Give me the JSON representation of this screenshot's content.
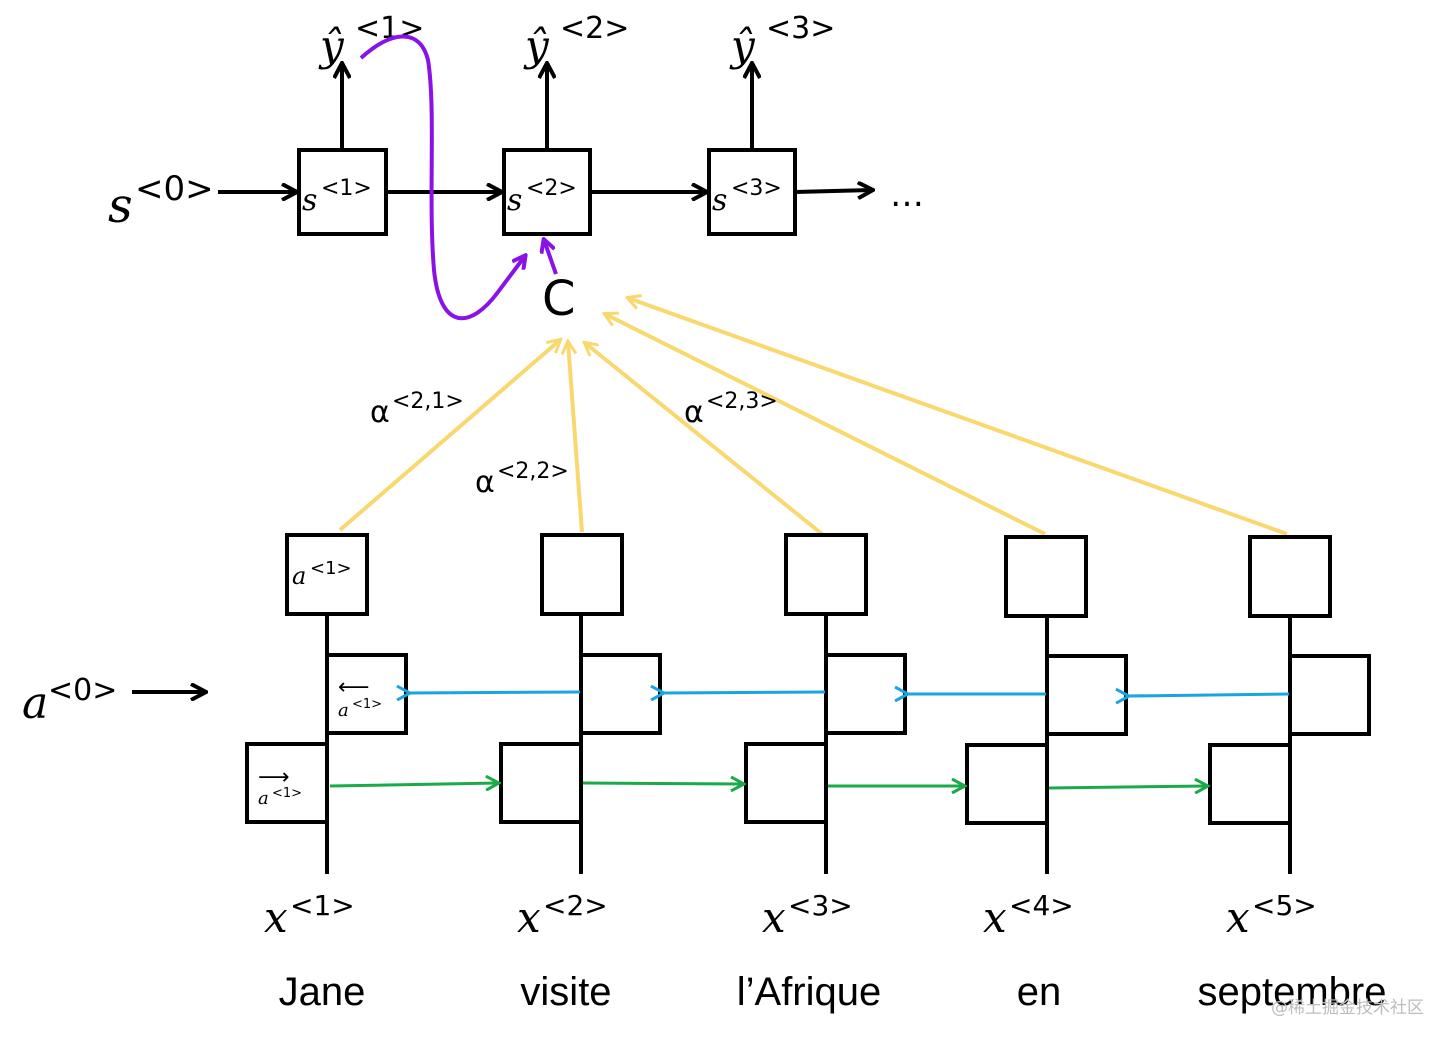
{
  "colors": {
    "attention": "#f9d870",
    "backward": "#1aa5e0",
    "forward": "#1aaa4a",
    "feedback": "#8a12e6",
    "ink": "#000000"
  },
  "decoder": {
    "outputs": [
      {
        "symbol": "ŷ",
        "index": "<1>"
      },
      {
        "symbol": "ŷ",
        "index": "<2>"
      },
      {
        "symbol": "ŷ",
        "index": "<3>"
      }
    ],
    "states": [
      {
        "symbol": "s",
        "index": "<1>"
      },
      {
        "symbol": "s",
        "index": "<2>"
      },
      {
        "symbol": "s",
        "index": "<3>"
      }
    ],
    "initial_state": {
      "symbol": "s",
      "index": "<0>"
    },
    "ellipsis": "…",
    "context_label": "C"
  },
  "attention_weights": [
    {
      "symbol": "α",
      "index": "<2,1>"
    },
    {
      "symbol": "α",
      "index": "<2,2>"
    },
    {
      "symbol": "α",
      "index": "<2,3>"
    }
  ],
  "encoder": {
    "top_box_label": {
      "symbol": "a",
      "index": "<1>"
    },
    "backward_label": {
      "symbol": "a",
      "index": "<1>",
      "arrow": "⟵"
    },
    "forward_label": {
      "symbol": "a",
      "index": "<1>",
      "arrow": "⟶"
    },
    "initial_activation": {
      "symbol": "a",
      "index": "<0>"
    },
    "inputs": [
      {
        "symbol": "x",
        "index": "<1>"
      },
      {
        "symbol": "x",
        "index": "<2>"
      },
      {
        "symbol": "x",
        "index": "<3>"
      },
      {
        "symbol": "x",
        "index": "<4>"
      },
      {
        "symbol": "x",
        "index": "<5>"
      }
    ],
    "words": [
      "Jane",
      "visite",
      "l’Afrique",
      "en",
      "septembre"
    ]
  },
  "watermark": "@稀土掘金技术社区"
}
